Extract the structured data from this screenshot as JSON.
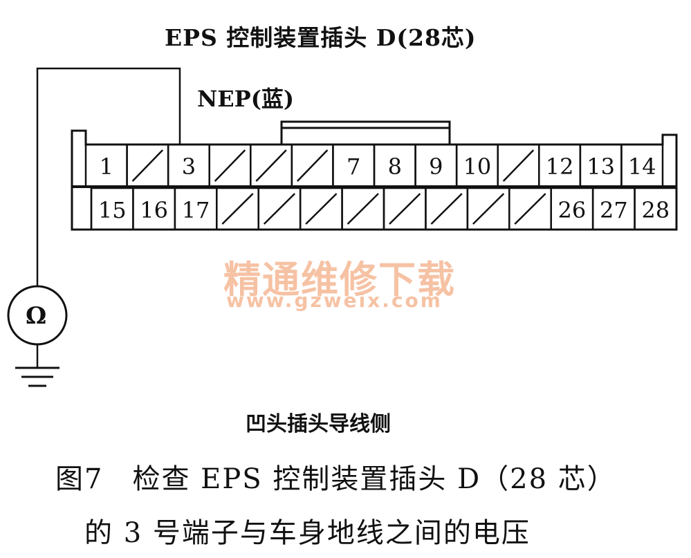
{
  "title": "EPS 控制装置插头 D(28芯)",
  "wire_label": "NEP(蓝)",
  "side_label": "凹头插头导线侧",
  "caption_line1": "图7　检查 EPS 控制装置插头 D（28 芯）",
  "caption_line2": "的 3 号端子与车身地线之间的电压",
  "ohmmeter_symbol": "Ω",
  "watermark_cn": "精通维修下载",
  "watermark_url": "www.gzweix.com",
  "connector": {
    "top_row": [
      "1",
      "",
      "3",
      "",
      "",
      "",
      "7",
      "8",
      "9",
      "10",
      "",
      "12",
      "13",
      "14"
    ],
    "bottom_row": [
      "15",
      "16",
      "17",
      "",
      "",
      "",
      "",
      "",
      "",
      "",
      "",
      "26",
      "27",
      "28"
    ]
  }
}
